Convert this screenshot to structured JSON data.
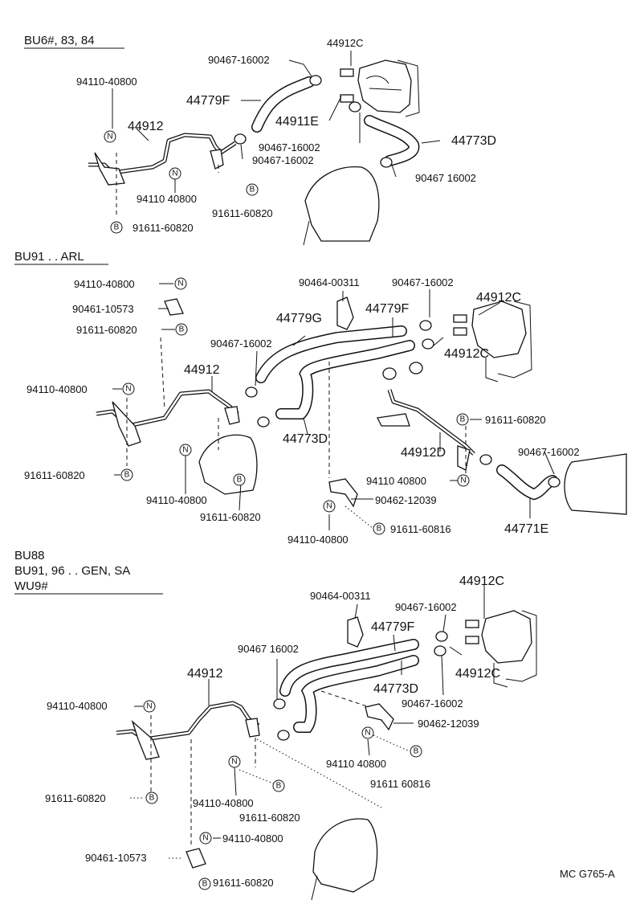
{
  "sections": [
    {
      "headings": [
        "BU6#, 83, 84"
      ]
    },
    {
      "headings": [
        "BU91 . . ARL"
      ]
    },
    {
      "headings": [
        "BU88",
        "BU91, 96 . . GEN, SA",
        "WU9#"
      ]
    }
  ],
  "symbols": {
    "n": "N",
    "b": "B"
  },
  "labels": {
    "s1": {
      "p44912c": "44912C",
      "p90467a": "90467-16002",
      "p94110a": "94110-40800",
      "p44779f": "44779F",
      "p44912": "44912",
      "p44911e": "44911E",
      "p44773d": "44773D",
      "p90467b": "90467-16002",
      "p90467c": "90467-16002",
      "p90467d": "90467 16002",
      "p94110b": "94110 40800",
      "p91611a": "91611-60820",
      "p91611b": "91611-60820"
    },
    "s2": {
      "p94110a": "94110-40800",
      "p90461": "90461-10573",
      "p91611a": "91611-60820",
      "p90464": "90464-00311",
      "p90467a": "90467-16002",
      "p44779g": "44779G",
      "p44779f": "44779F",
      "p44912c1": "44912C",
      "p90467b": "90467-16002",
      "p44912c2": "44912C",
      "p44912": "44912",
      "p94110b": "94110-40800",
      "p91611b": "91611-60820",
      "p44773d": "44773D",
      "p44912d": "44912D",
      "p90467c": "90467-16002",
      "p91611c": "91611-60820",
      "p94110c": "94110 40800",
      "p94110d": "94110-40800",
      "p91611d": "91611-60820",
      "p90462": "90462-12039",
      "p44771e": "44771E",
      "p94110e": "94110-40800",
      "p91611e": "91611-60816"
    },
    "s3": {
      "p44912c1": "44912C",
      "p90464": "90464-00311",
      "p90467a": "90467-16002",
      "p44779f": "44779F",
      "p90467b": "90467 16002",
      "p44912": "44912",
      "p44912c2": "44912C",
      "p44773d": "44773D",
      "p94110a": "94110-40800",
      "p90467c": "90467-16002",
      "p90462": "90462-12039",
      "p94110b": "94110 40800",
      "p91611a": "91611 60816",
      "p91611b": "91611-60820",
      "p94110c": "94110-40800",
      "p91611c": "91611-60820",
      "p94110d": "94110-40800",
      "p90461": "90461-10573",
      "p91611d": "91611-60820"
    }
  },
  "diagram_code": "MC G765-A"
}
